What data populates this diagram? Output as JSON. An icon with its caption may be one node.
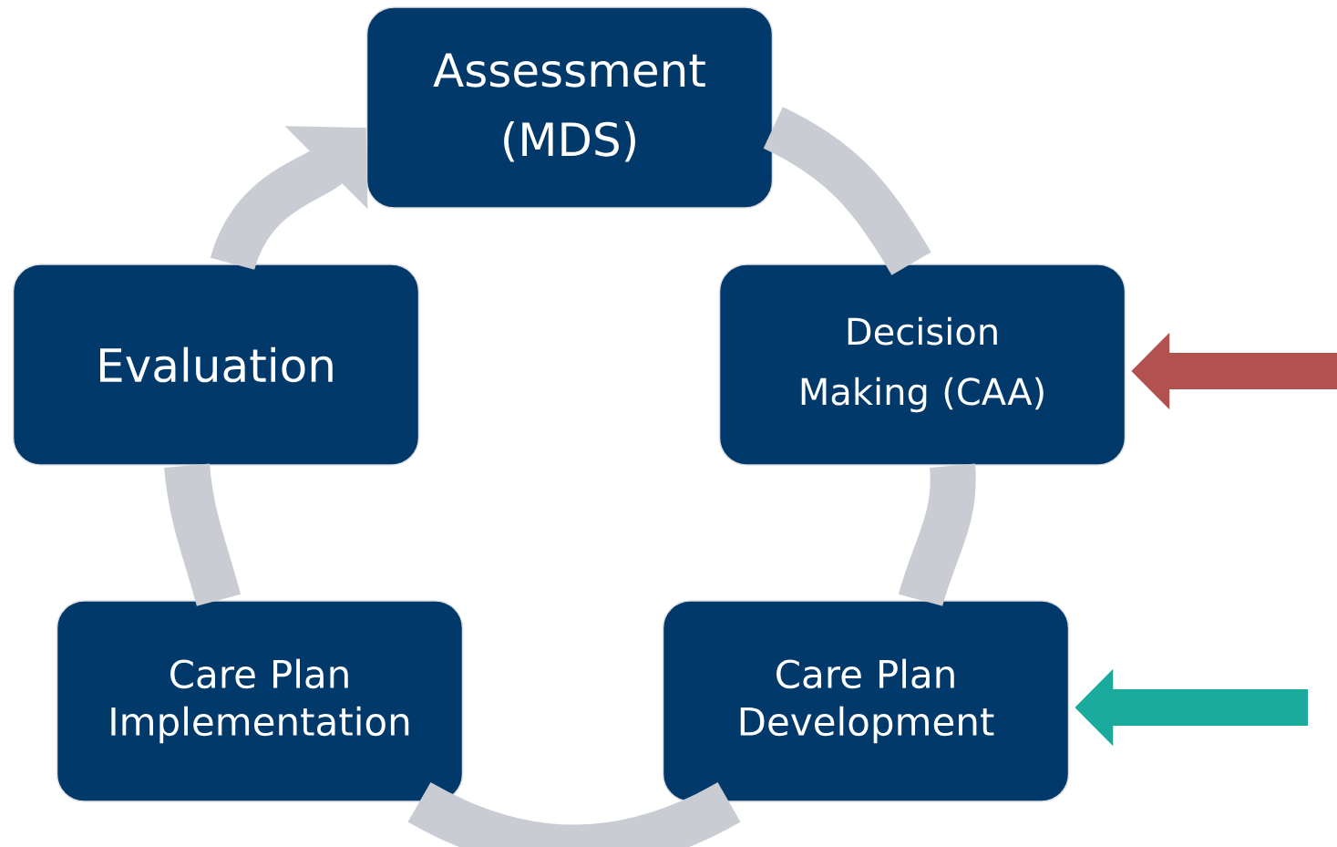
{
  "diagram": {
    "nodes": [
      {
        "text": [
          "Assessment (MDS)"
        ]
      },
      {
        "text": [
          "Decision Making (CAA)"
        ]
      },
      {
        "text": [
          "Care Plan Development"
        ]
      },
      {
        "text": [
          "Care Plan Implementation"
        ]
      },
      {
        "text": [
          "Evaluation"
        ]
      }
    ],
    "edges": [
      {
        "from": 0,
        "to": 1,
        "arrow": "none"
      },
      {
        "from": 1,
        "to": 2,
        "arrow": "none"
      },
      {
        "from": 2,
        "to": 3,
        "arrow": "none"
      },
      {
        "from": 3,
        "to": 4,
        "arrow": "none"
      },
      {
        "from": 4,
        "to": 0,
        "arrow": "to"
      },
      {
        "from": null,
        "to": 1,
        "arrow": "to",
        "color": "#b25250"
      },
      {
        "from": null,
        "to": 2,
        "arrow": "to",
        "color": "#1aab9d"
      }
    ]
  }
}
